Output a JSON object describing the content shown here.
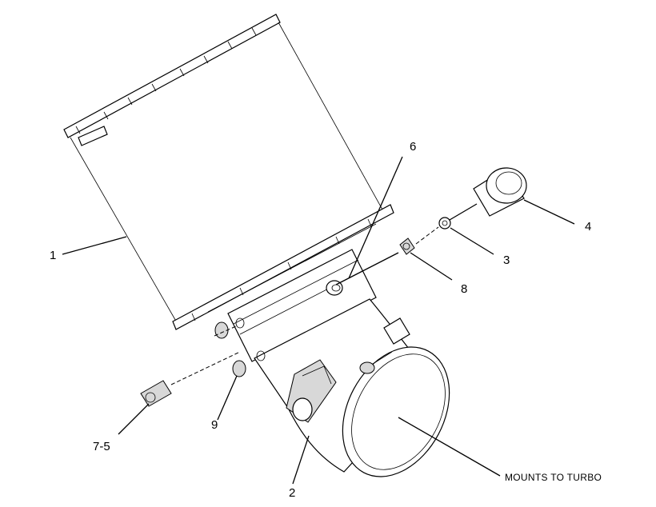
{
  "callouts": {
    "c1": "1",
    "c2": "2",
    "c3": "3",
    "c4": "4",
    "c6": "6",
    "c7_5": "7-5",
    "c8": "8",
    "c9": "9"
  },
  "note": "MOUNTS TO TURBO"
}
